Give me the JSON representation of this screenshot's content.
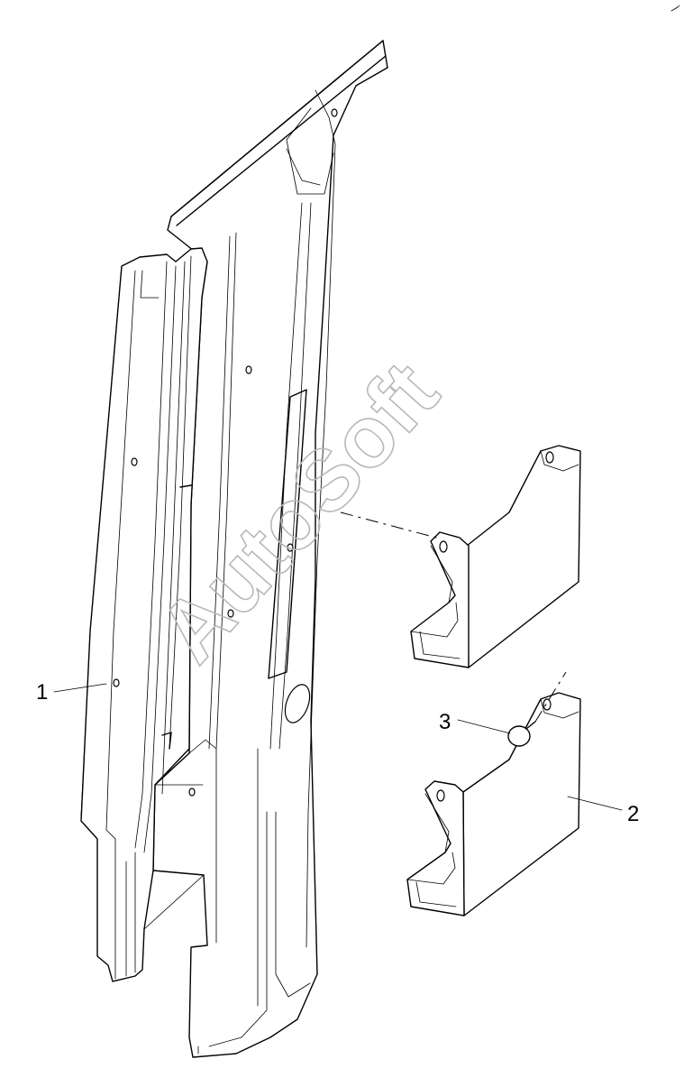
{
  "watermark": "AutoSoft",
  "callouts": {
    "part1": "1",
    "part2": "2",
    "part3": "3"
  }
}
